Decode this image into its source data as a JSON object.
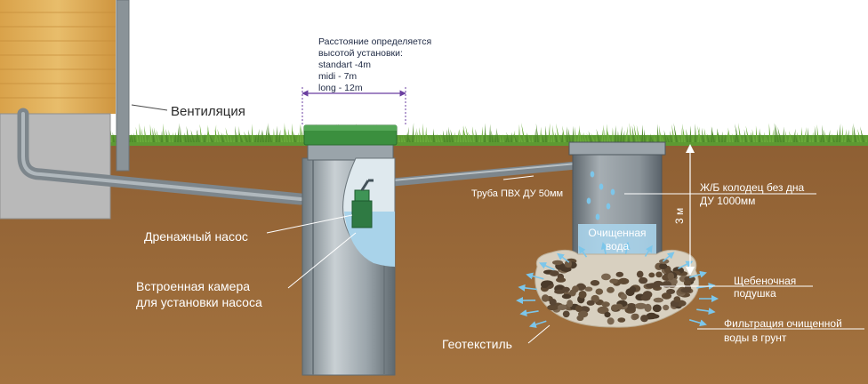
{
  "labels": {
    "distance_note": [
      "Расстояние определяется",
      "высотой установки:",
      "standart -4m",
      "midi - 7m",
      "long - 12m"
    ],
    "ventilation": "Вентиляция",
    "drain_pump": "Дренажный насос",
    "built_in_chamber": [
      "Встроенная камера",
      "для установки насоса"
    ],
    "geotextile": "Геотекстиль",
    "pvc_pipe": "Труба ПВХ ДУ 50мм",
    "well": [
      "Ж/Б колодец без дна",
      "ДУ 1000мм"
    ],
    "depth": "3 м",
    "cleaned_water": [
      "Очищенная",
      "вода"
    ],
    "gravel_cushion": [
      "Щебеночная",
      "подушка"
    ],
    "filtration": [
      "Фильтрация очищенной",
      "воды в грунт"
    ]
  },
  "colors": {
    "soil": "#9a6a3c",
    "grass": "#4e8a2a",
    "tank": "#8f9aa0",
    "lid": "#3b8f3e",
    "water": "#a9d3ea",
    "arrow": "#7cc6ea",
    "text_dark": "#1f2a44",
    "text_light": "#ffffff"
  }
}
